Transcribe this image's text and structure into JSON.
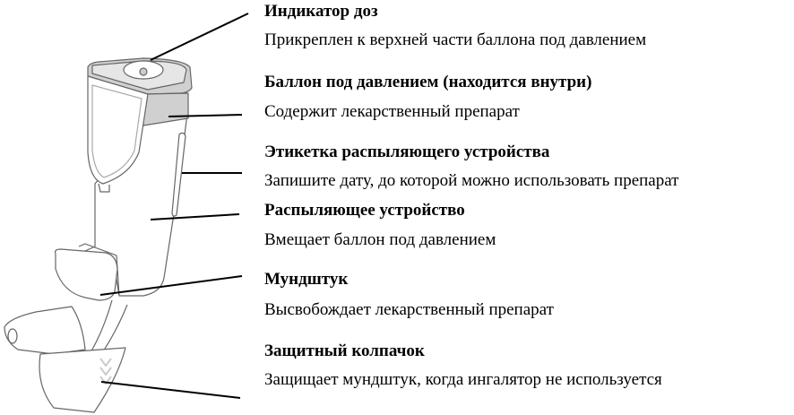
{
  "labels": [
    {
      "title": "Индикатор доз",
      "description": "Прикреплен к верхней части баллона под давлением"
    },
    {
      "title": "Баллон под давлением (находится внутри)",
      "description": "Содержит лекарственный препарат"
    },
    {
      "title": "Этикетка распыляющего устройства",
      "description": "Запишите дату, до которой можно использовать препарат"
    },
    {
      "title": "Распыляющее устройство",
      "description": "Вмещает баллон под давлением"
    },
    {
      "title": "Мундштук",
      "description": "Высвобождает лекарственный препарат"
    },
    {
      "title": "Защитный колпачок",
      "description": "Защищает мундштук, когда ингалятор не используется"
    }
  ],
  "colors": {
    "outline": "#555555",
    "gray_fill": "#d0d0d0",
    "leader": "#000000"
  }
}
